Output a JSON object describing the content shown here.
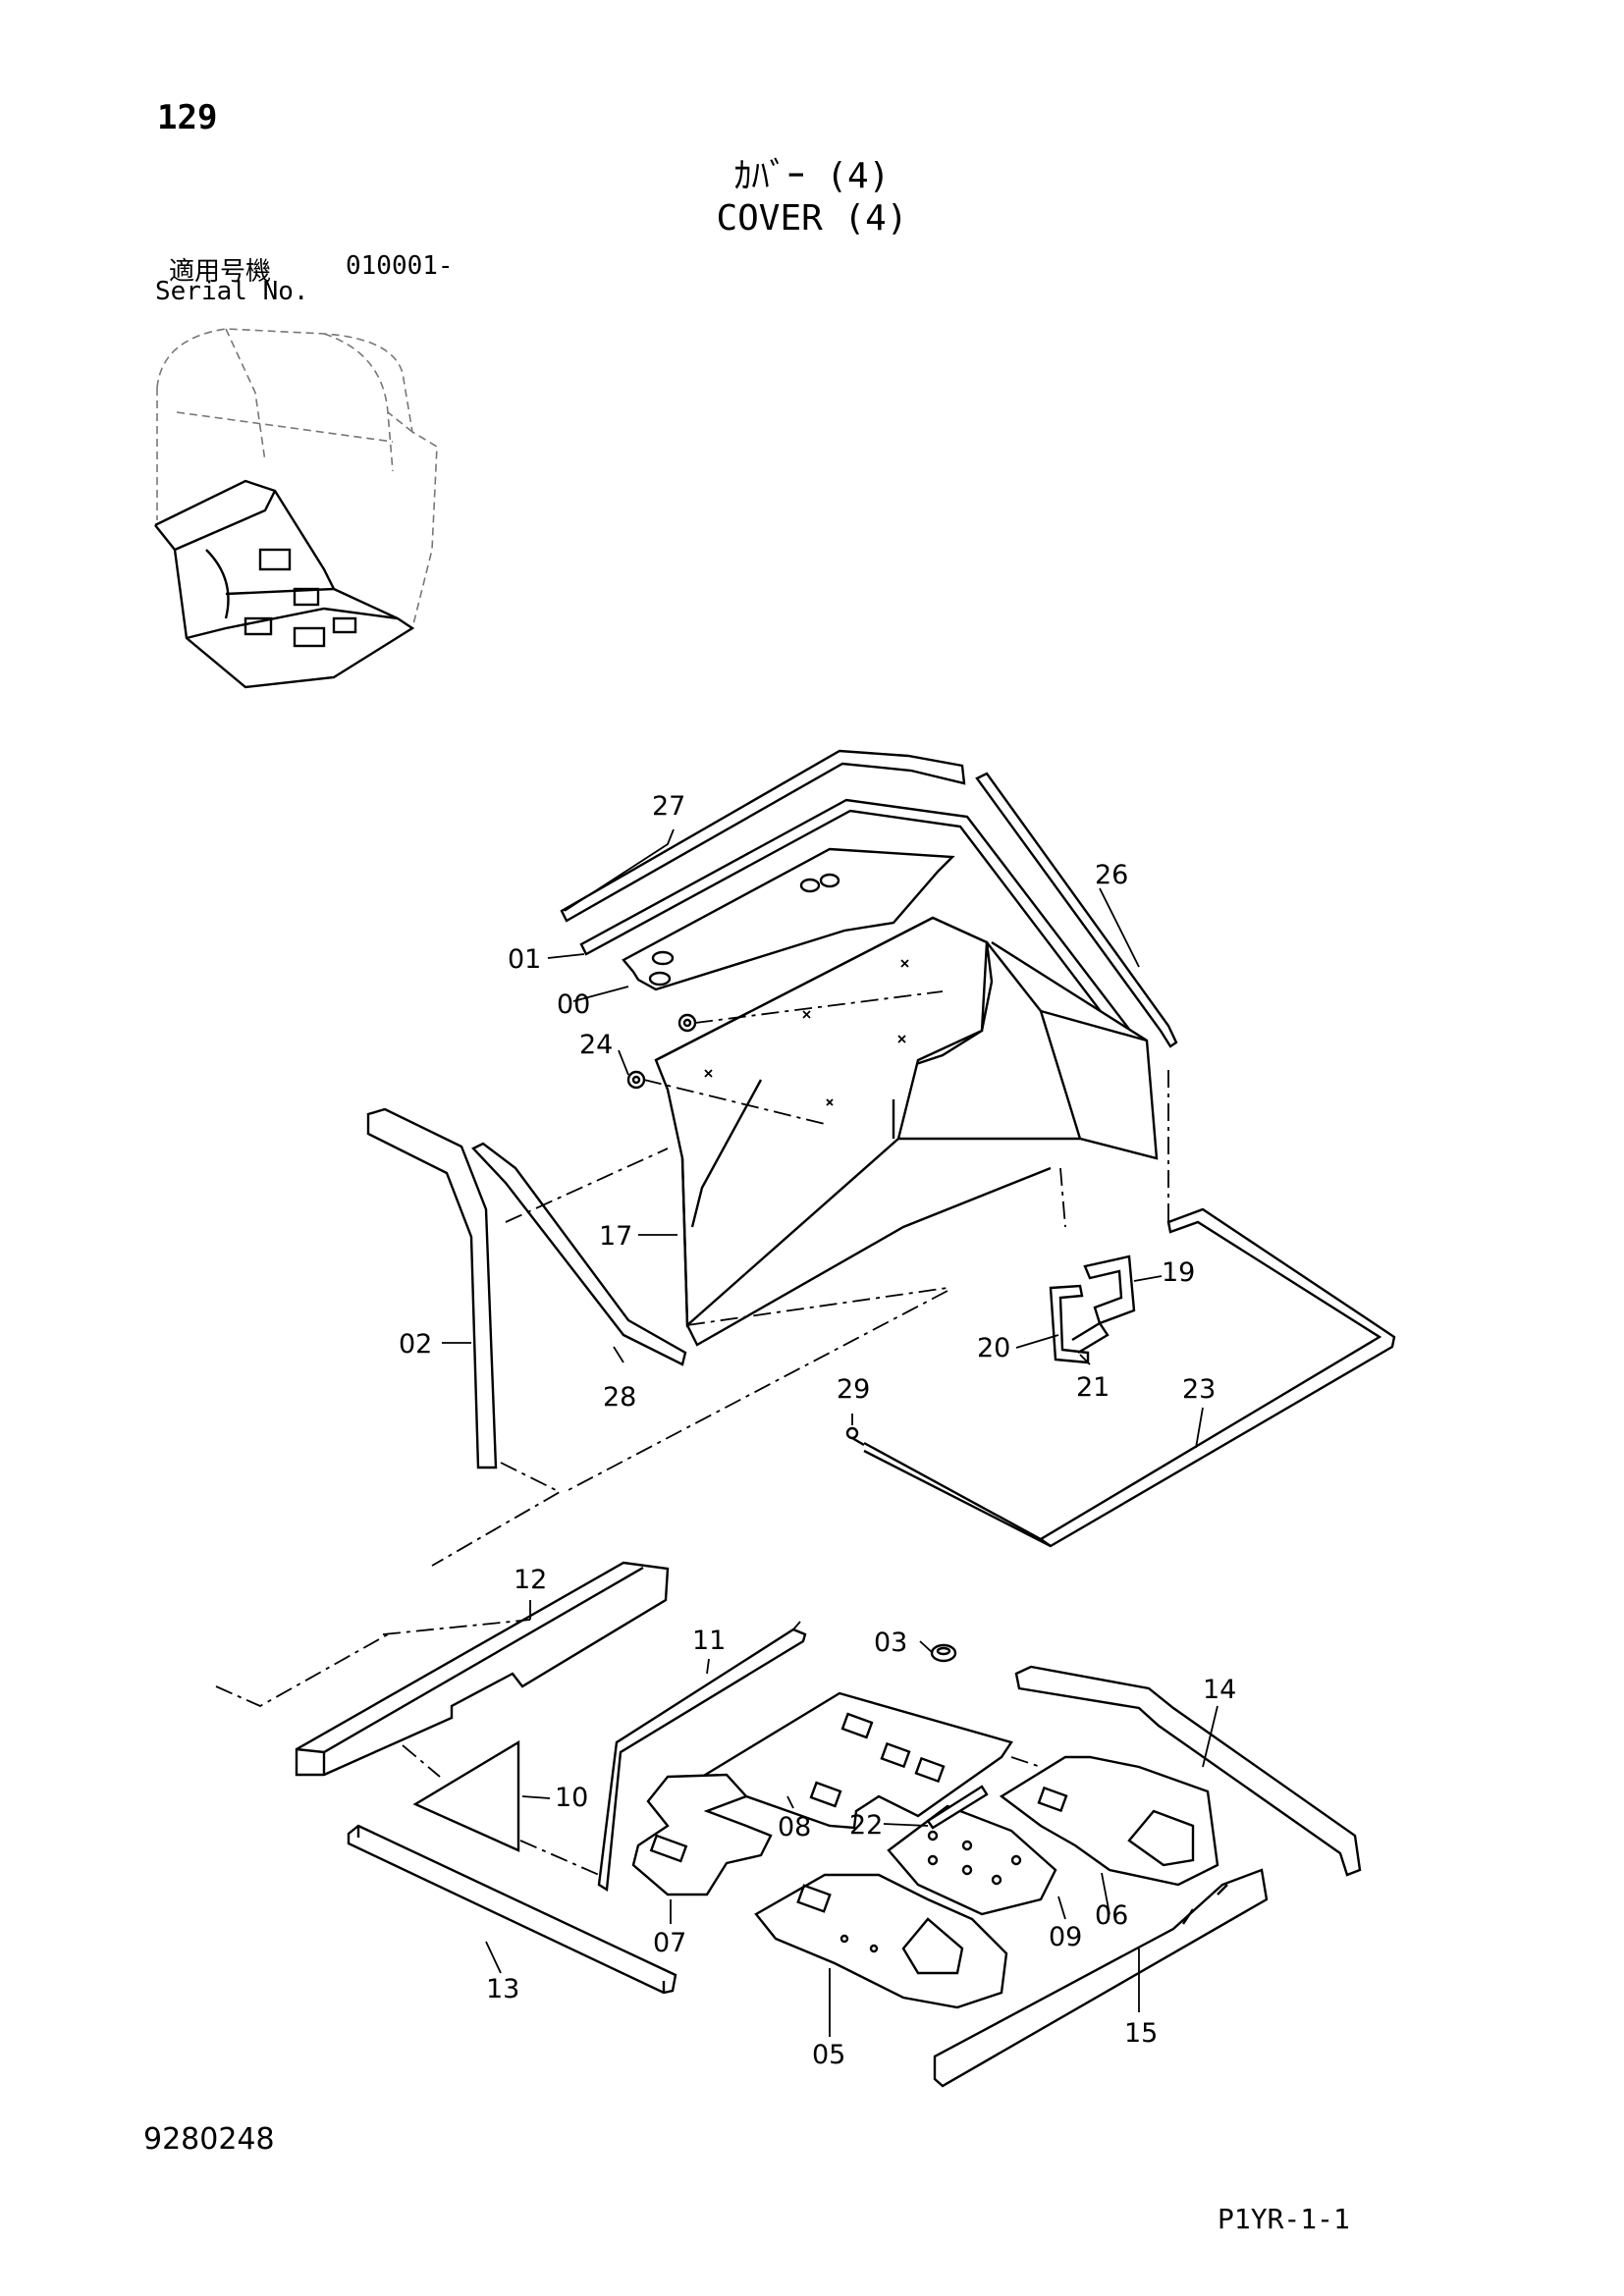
{
  "header": {
    "page_number": "129",
    "title_jp": "ｶﾊﾞｰ (4)",
    "title_en": "COVER (4)",
    "serial_label_jp": "適用号機",
    "serial_code": "010001-",
    "serial_label_en": "Serial No."
  },
  "callouts": [
    "27",
    "26",
    "01",
    "00",
    "24",
    "17",
    "19",
    "20",
    "21",
    "02",
    "28",
    "29",
    "23",
    "12",
    "11",
    "03",
    "14",
    "10",
    "08",
    "22",
    "07",
    "09",
    "06",
    "13",
    "05",
    "15"
  ],
  "footer": {
    "document_number": "9280248",
    "page_code": "P1YR-1-1"
  }
}
